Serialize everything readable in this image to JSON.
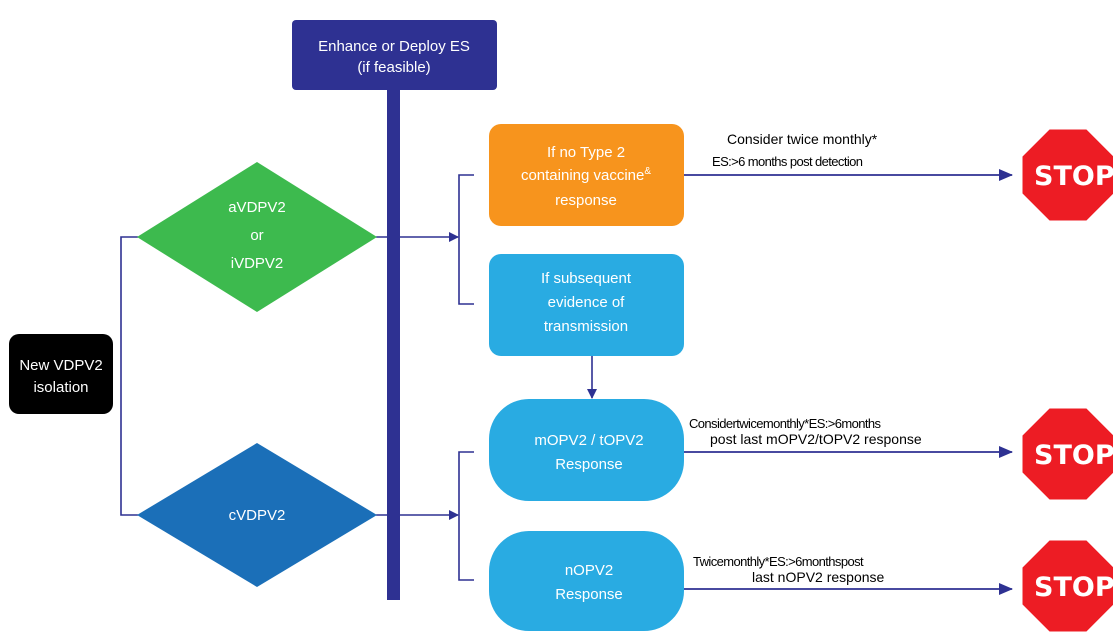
{
  "nodes": {
    "new_isolation": {
      "lines": [
        "New VDPV2",
        "isolation"
      ],
      "color": "#000000"
    },
    "enhance_es": {
      "lines": [
        "Enhance or Deploy ES",
        "(if feasible)"
      ],
      "color": "#2e3192"
    },
    "avdpv2": {
      "lines": [
        "aVDPV2",
        "or",
        "iVDPV2"
      ],
      "color": "#3dba4e"
    },
    "cvdpv2": {
      "lines": [
        "cVDPV2"
      ],
      "color": "#1b6fb8"
    },
    "no_type2": {
      "line1": "If no Type 2",
      "line2_main": "containing vaccine",
      "line2_sup": "&",
      "line3": "response",
      "color": "#f7941d"
    },
    "subsequent": {
      "lines": [
        "If subsequent",
        "evidence of",
        "transmission"
      ],
      "color": "#29abe2"
    },
    "mopv2": {
      "lines": [
        "mOPV2 / tOPV2",
        "Response"
      ],
      "color": "#29abe2"
    },
    "nopv2": {
      "lines": [
        "nOPV2",
        "Response"
      ],
      "color": "#29abe2"
    }
  },
  "annotations": {
    "top": [
      "Consider twice monthly*",
      "ES:>6 months post detection"
    ],
    "middle": [
      "Considertwicemonthly*ES:>6months",
      "post last mOPV2/tOPV2 response"
    ],
    "bottom": [
      "Twicemonthly*ES:>6monthspost",
      "last nOPV2 response"
    ]
  },
  "stop_signs": [
    {
      "label": "STOP",
      "color": "#ed1c24"
    },
    {
      "label": "STOP",
      "color": "#ed1c24"
    },
    {
      "label": "STOP",
      "color": "#ed1c24"
    }
  ],
  "colors": {
    "connector": "#2e3192",
    "stop_border": "#ffffff"
  }
}
